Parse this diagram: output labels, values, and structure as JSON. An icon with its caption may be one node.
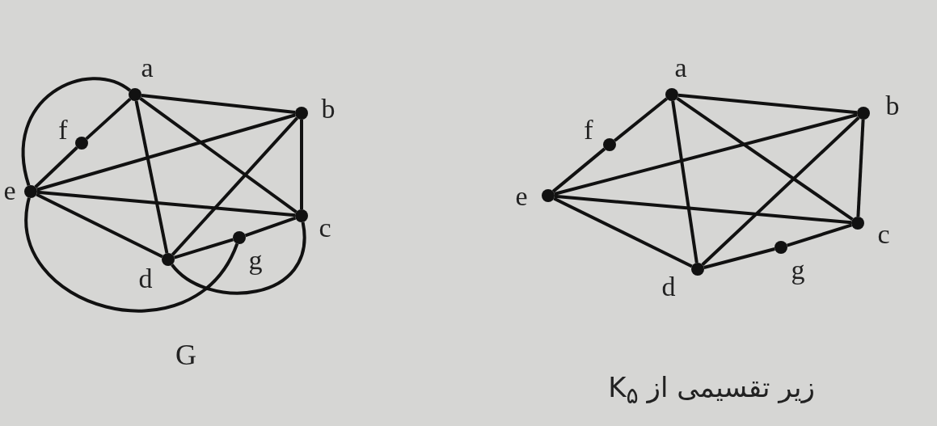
{
  "diagram": {
    "nodes": [
      {
        "text": [],
        "shape": "circle",
        "beside": [
          "a"
        ]
      },
      {
        "text": [],
        "shape": "circle",
        "beside": [
          "b"
        ]
      },
      {
        "text": [],
        "shape": "circle",
        "beside": [
          "c"
        ]
      },
      {
        "text": [],
        "shape": "circle",
        "beside": [
          "d"
        ]
      },
      {
        "text": [],
        "shape": "circle",
        "beside": [
          "e"
        ]
      },
      {
        "text": [],
        "shape": "circle",
        "beside": [
          "f"
        ]
      },
      {
        "text": [],
        "shape": "circle",
        "beside": [
          "g"
        ]
      },
      {
        "text": [],
        "shape": "circle",
        "beside": [
          "a"
        ]
      },
      {
        "text": [],
        "shape": "circle",
        "beside": [
          "b"
        ]
      },
      {
        "text": [],
        "shape": "circle",
        "beside": [
          "c"
        ]
      },
      {
        "text": [],
        "shape": "circle",
        "beside": [
          "d"
        ]
      },
      {
        "text": [],
        "shape": "circle",
        "beside": [
          "e"
        ]
      },
      {
        "text": [],
        "shape": "circle",
        "beside": [
          "f"
        ]
      },
      {
        "text": [],
        "shape": "circle",
        "beside": [
          "g"
        ]
      }
    ],
    "edges": [
      {
        "from": 4,
        "to": 5,
        "arrow": "none"
      },
      {
        "from": 5,
        "to": 0,
        "arrow": "none"
      },
      {
        "from": 0,
        "to": 1,
        "arrow": "none"
      },
      {
        "from": 0,
        "to": 2,
        "arrow": "none"
      },
      {
        "from": 0,
        "to": 3,
        "arrow": "none"
      },
      {
        "from": 4,
        "to": 1,
        "arrow": "none"
      },
      {
        "from": 4,
        "to": 2,
        "arrow": "none"
      },
      {
        "from": 1,
        "to": 2,
        "arrow": "none"
      },
      {
        "from": 1,
        "to": 3,
        "arrow": "none"
      },
      {
        "from": 4,
        "to": 3,
        "arrow": "none"
      },
      {
        "from": 3,
        "to": 6,
        "arrow": "none"
      },
      {
        "from": 6,
        "to": 2,
        "arrow": "none"
      },
      {
        "from": 0,
        "to": 4,
        "arrow": "none"
      },
      {
        "from": 4,
        "to": 6,
        "arrow": "none"
      },
      {
        "from": 3,
        "to": 2,
        "arrow": "none"
      },
      {
        "from": 11,
        "to": 12,
        "arrow": "none"
      },
      {
        "from": 12,
        "to": 7,
        "arrow": "none"
      },
      {
        "from": 7,
        "to": 8,
        "arrow": "none"
      },
      {
        "from": 7,
        "to": 9,
        "arrow": "none"
      },
      {
        "from": 7,
        "to": 10,
        "arrow": "none"
      },
      {
        "from": 11,
        "to": 8,
        "arrow": "none"
      },
      {
        "from": 11,
        "to": 9,
        "arrow": "none"
      },
      {
        "from": 8,
        "to": 9,
        "arrow": "none"
      },
      {
        "from": 8,
        "to": 10,
        "arrow": "none"
      },
      {
        "from": 11,
        "to": 10,
        "arrow": "none"
      },
      {
        "from": 10,
        "to": 13,
        "arrow": "none"
      },
      {
        "from": 13,
        "to": 9,
        "arrow": "none"
      }
    ],
    "labels": [
      "G",
      "زیر تقسیمی از K$_{۵}$"
    ]
  }
}
